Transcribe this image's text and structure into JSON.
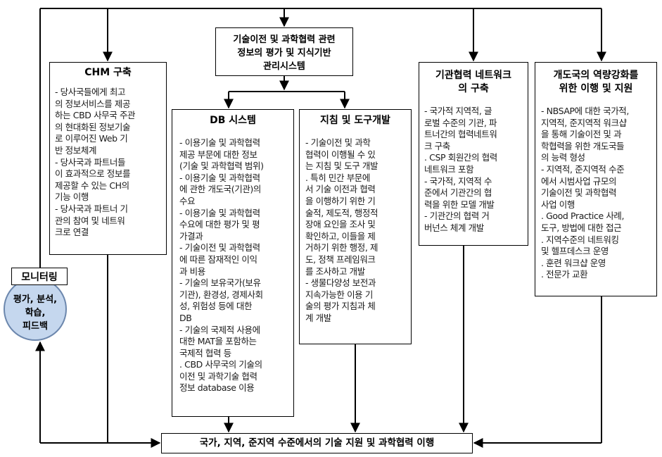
{
  "top_box": {
    "lines": [
      "기술이전 및 과학협력 관련",
      "정보의 평가 및 지식기반",
      "관리시스템"
    ]
  },
  "chm": {
    "title": "CHM 구축",
    "lines": [
      "- 당사국들에게 최고",
      "의 정보서비스를 제공",
      "하는 CBD 사무국 주관",
      "의 현대화된 정보기술",
      "로 이루어진 Web 기",
      "반 정보체계",
      "- 당사국과 파트너들",
      "이 효과적으로 정보를",
      "제공할 수 있는 CH의",
      "기능 이행",
      "- 당사국과 파트너 기",
      "관의 참여 및 네트워",
      "크로 연결"
    ]
  },
  "db": {
    "title": "DB 시스템",
    "lines": [
      "- 이용기술 및 과학협력",
      "제공 부문에 대한 정보",
      "(기술 및 과학협력 범위)",
      "- 이용기술 및 과학협력",
      "에 관한 개도국(기관)의",
      "수요",
      "- 이용기술 및 과학협력",
      "수요에 대한 평가 및 평",
      "가결과",
      "- 기술이전 및 과학협력",
      "에 따른 잠재적인 이익",
      "과 비용",
      "- 기술의 보유국가(보유",
      "기관), 환경성, 경제사회",
      "성, 위험성 등에 대한",
      "DB",
      "- 기술의 국제적 사용에",
      "대한 MAT을 포함하는",
      "국제적 협력 등",
      ". CBD 사무국의 기술의",
      "이전 및 과학기술 협력",
      "정보 database 이용"
    ]
  },
  "guide": {
    "title": "지침 및 도구개발",
    "lines": [
      "- 기술이전 및 과학",
      "협력이 이행될 수 있",
      "는 지침 및 도구 개발",
      ". 특히 민간 부문에",
      "서 기술 이전과 협력",
      "을 이행하기 위한 기",
      "술적, 제도적, 행정적",
      "장애 요인을 조사 및",
      "확인하고, 이들을 제",
      "거하기 위한 행정, 제",
      "도, 정책 프레임워크",
      "를 조사하고 개발",
      "- 생물다양성 보전과",
      "지속가능한 이용 기",
      "술의 평가 지침과 체",
      "계 개발"
    ]
  },
  "network": {
    "title_lines": [
      "기관협력 네트워크",
      "의 구축"
    ],
    "lines": [
      "- 국가적 지역적, 글",
      "로벌 수준의 기관, 파",
      "트너간의 협력네트워",
      "크 구축",
      ". CSP 회원간의 협력",
      "네트워크 포함",
      "- 국가적, 지역적 수",
      "준에서 기관간의 협",
      "력을 위한 모델 개발",
      "- 기관간의 협력 거",
      "버넌스 체계 개발"
    ]
  },
  "capacity": {
    "title_lines": [
      "개도국의 역량강화를",
      "위한 이행 및 지원"
    ],
    "lines": [
      "- NBSAP에 대한 국가적,",
      "지역적, 준지역적 워크샵",
      "을 통해 기술이전 및 과",
      "학협력을 위한 개도국들",
      "의 능력 형성",
      "- 지역적, 준지역적 수준",
      "에서 시범사업 규모의",
      "기술이전 및 과학협력",
      "사업 이행",
      ". Good Practice 사례,",
      "도구, 방법에 대한 접근",
      ". 지역수준의 네트워킹",
      "및 헬프데스크 운영",
      ". 훈련 워크샵 운영",
      ". 전문가 교환"
    ]
  },
  "bottom_box": {
    "text": "국가, 지역, 준지역 수준에서의 기술 지원 및 과학협력 이행"
  },
  "monitoring": {
    "label": "모니터링",
    "lines": [
      "평가, 분석,",
      "학습,",
      "피드백"
    ],
    "circle_color": "#c5d7ee"
  }
}
